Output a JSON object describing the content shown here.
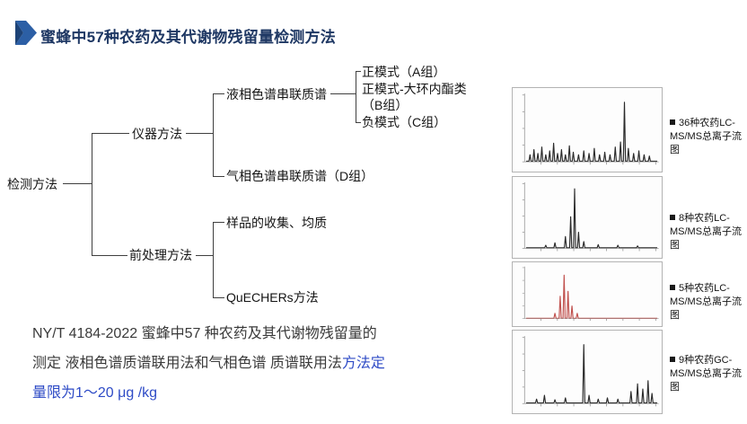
{
  "title": "蜜蜂中57种农药及其代谢物残留量检测方法",
  "tree": {
    "root": "检测方法",
    "instrument": "仪器方法",
    "lc": "液相色谱串联质谱",
    "mode_a": "正模式（A组）",
    "mode_b": "正模式-大环内酯类（B组）",
    "mode_c": "负模式（C组）",
    "gc": "气相色谱串联质谱（D组）",
    "pretreat": "前处理方法",
    "sample": "样品的收集、均质",
    "quechers": "QuECHERs方法"
  },
  "footnote": {
    "line1": "NY/T 4184-2022 蜜蜂中57 种农药及其代谢物残留量的",
    "line2_black": "测定 液相色谱质谱联用法和气相色谱 质谱联用法",
    "line2_blue": "方法定",
    "line3_blue": "量限为1～20 μg /kg"
  },
  "colors": {
    "title_navy": "#1f3864",
    "emphasis_blue": "#2e4bc6",
    "arrow_blue": "#2c5fa5",
    "arrow_blue_dark": "#1d4377",
    "peak_black": "#2a2a2a",
    "peak_red": "#c0504d"
  },
  "chart_data": {
    "type": "line",
    "note": "four total-ion-current chromatogram thumbnails, peaks as [x_fraction, height_fraction]"
  },
  "chromatograms": [
    {
      "label": "36种农药LC-MS/MS总离子流图",
      "color": "#2a2a2a",
      "peaks": [
        [
          0.03,
          0.1
        ],
        [
          0.06,
          0.18
        ],
        [
          0.09,
          0.12
        ],
        [
          0.12,
          0.22
        ],
        [
          0.15,
          0.1
        ],
        [
          0.18,
          0.16
        ],
        [
          0.21,
          0.28
        ],
        [
          0.24,
          0.12
        ],
        [
          0.27,
          0.18
        ],
        [
          0.3,
          0.1
        ],
        [
          0.33,
          0.24
        ],
        [
          0.36,
          0.14
        ],
        [
          0.4,
          0.1
        ],
        [
          0.44,
          0.16
        ],
        [
          0.48,
          0.12
        ],
        [
          0.52,
          0.2
        ],
        [
          0.56,
          0.1
        ],
        [
          0.6,
          0.14
        ],
        [
          0.64,
          0.1
        ],
        [
          0.68,
          0.22
        ],
        [
          0.72,
          0.3
        ],
        [
          0.75,
          0.92
        ],
        [
          0.78,
          0.2
        ],
        [
          0.82,
          0.12
        ],
        [
          0.86,
          0.16
        ],
        [
          0.9,
          0.1
        ],
        [
          0.94,
          0.08
        ]
      ]
    },
    {
      "label": "8种农药LC-MS/MS总离子流图",
      "color": "#2a2a2a",
      "peaks": [
        [
          0.15,
          0.04
        ],
        [
          0.22,
          0.08
        ],
        [
          0.3,
          0.18
        ],
        [
          0.34,
          0.5
        ],
        [
          0.37,
          0.95
        ],
        [
          0.4,
          0.25
        ],
        [
          0.44,
          0.1
        ],
        [
          0.55,
          0.05
        ],
        [
          0.7,
          0.04
        ],
        [
          0.85,
          0.03
        ]
      ]
    },
    {
      "label": "5种农药LC-MS/MS总离子流图",
      "color": "#c0504d",
      "peaks": [
        [
          0.22,
          0.1
        ],
        [
          0.26,
          0.45
        ],
        [
          0.29,
          0.88
        ],
        [
          0.32,
          0.55
        ],
        [
          0.35,
          0.25
        ],
        [
          0.39,
          0.1
        ]
      ]
    },
    {
      "label": "9种农药GC-MS/MS总离子流图",
      "color": "#2a2a2a",
      "peaks": [
        [
          0.08,
          0.06
        ],
        [
          0.14,
          0.12
        ],
        [
          0.22,
          0.05
        ],
        [
          0.3,
          0.08
        ],
        [
          0.44,
          0.92
        ],
        [
          0.48,
          0.12
        ],
        [
          0.55,
          0.06
        ],
        [
          0.62,
          0.08
        ],
        [
          0.7,
          0.06
        ],
        [
          0.8,
          0.18
        ],
        [
          0.85,
          0.3
        ],
        [
          0.89,
          0.22
        ],
        [
          0.93,
          0.35
        ],
        [
          0.96,
          0.15
        ]
      ]
    }
  ]
}
